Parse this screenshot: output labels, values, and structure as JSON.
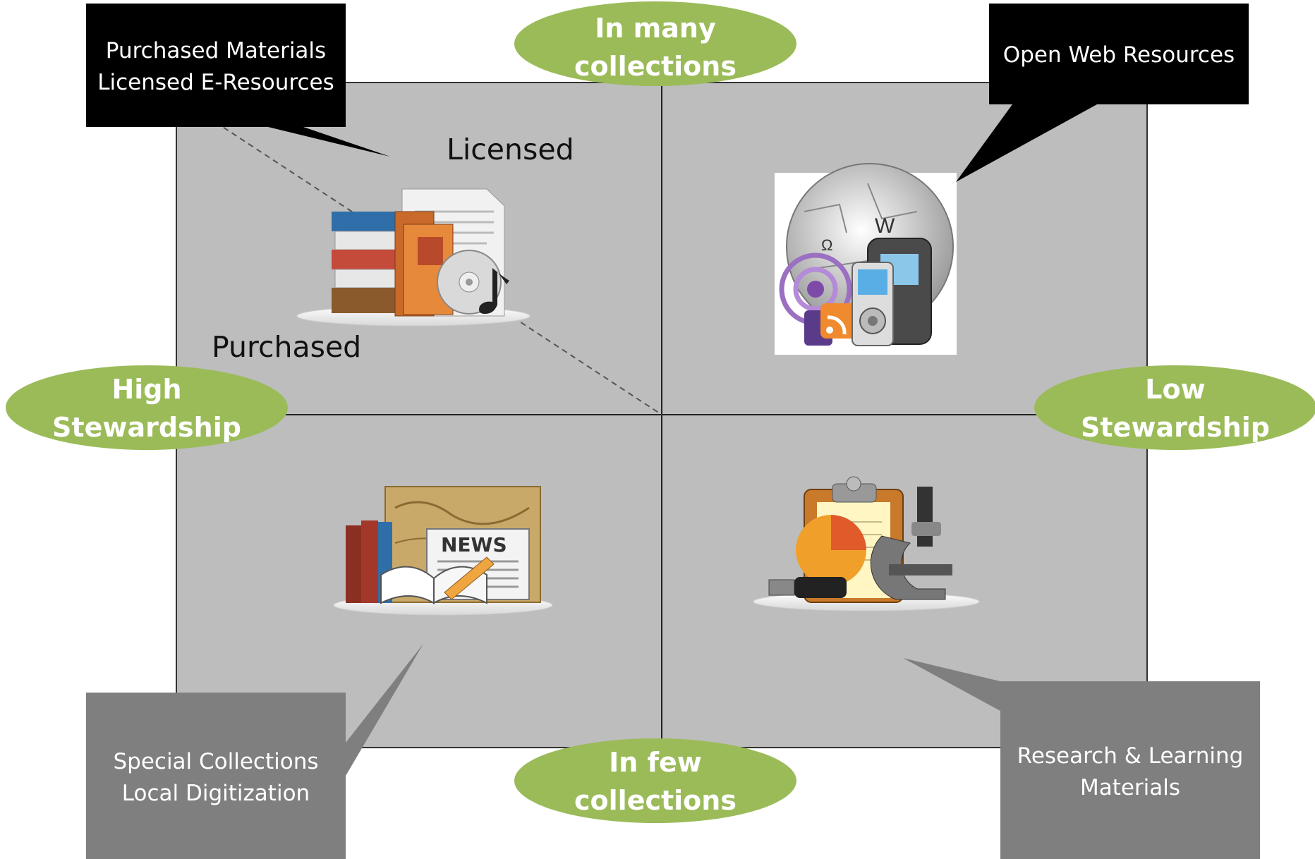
{
  "ovals": {
    "top": [
      "In many",
      "collections"
    ],
    "bottom": [
      "In few",
      "collections"
    ],
    "left": [
      "High",
      "Stewardship"
    ],
    "right": [
      "Low",
      "Stewardship"
    ]
  },
  "callouts": {
    "top_left": [
      "Purchased Materials",
      "Licensed E-Resources"
    ],
    "top_right": [
      "Open Web Resources"
    ],
    "bottom_left": [
      "Special Collections",
      "Local Digitization"
    ],
    "bottom_right": [
      "Research & Learning",
      "Materials"
    ]
  },
  "diagonal_labels": {
    "licensed": "Licensed",
    "purchased": "Purchased"
  },
  "icons": {
    "top_left": "books-ebook-cd-icon",
    "top_right": "wikipedia-rss-podcast-media-icon",
    "bottom_left": "newspaper-map-books-icon",
    "bottom_right": "research-data-microscope-icon",
    "news_text": "NEWS",
    "wiki_letters": [
      "W",
      "Ω"
    ]
  },
  "colors": {
    "quadrant_fill": "#bdbdbd",
    "oval_fill": "#9bbb59",
    "callout_dark": "#000000",
    "callout_gray": "#7f7f7f"
  }
}
